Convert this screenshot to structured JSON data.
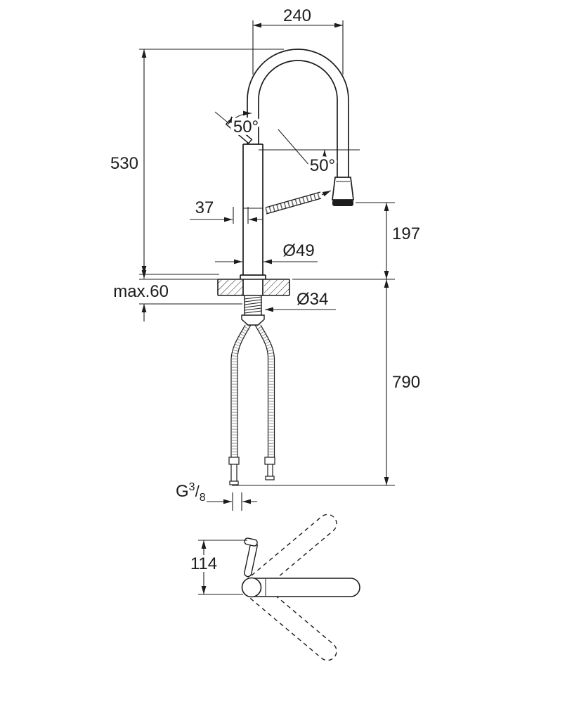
{
  "drawing": {
    "title": "faucet-dimension-drawing",
    "labels": {
      "dim_240": "240",
      "dim_530": "530",
      "angle_handle": "50°",
      "angle_spray": "50°",
      "dim_37": "37",
      "dim_197": "197",
      "dia_49": "Ø49",
      "max_60": "max.60",
      "dia_34": "Ø34",
      "dim_790": "790",
      "thread_g": "G",
      "thread_num": "3",
      "thread_slash": "/",
      "thread_den": "8",
      "dim_114": "114"
    },
    "colors": {
      "line": "#1c1c1c",
      "background": "#ffffff"
    }
  }
}
